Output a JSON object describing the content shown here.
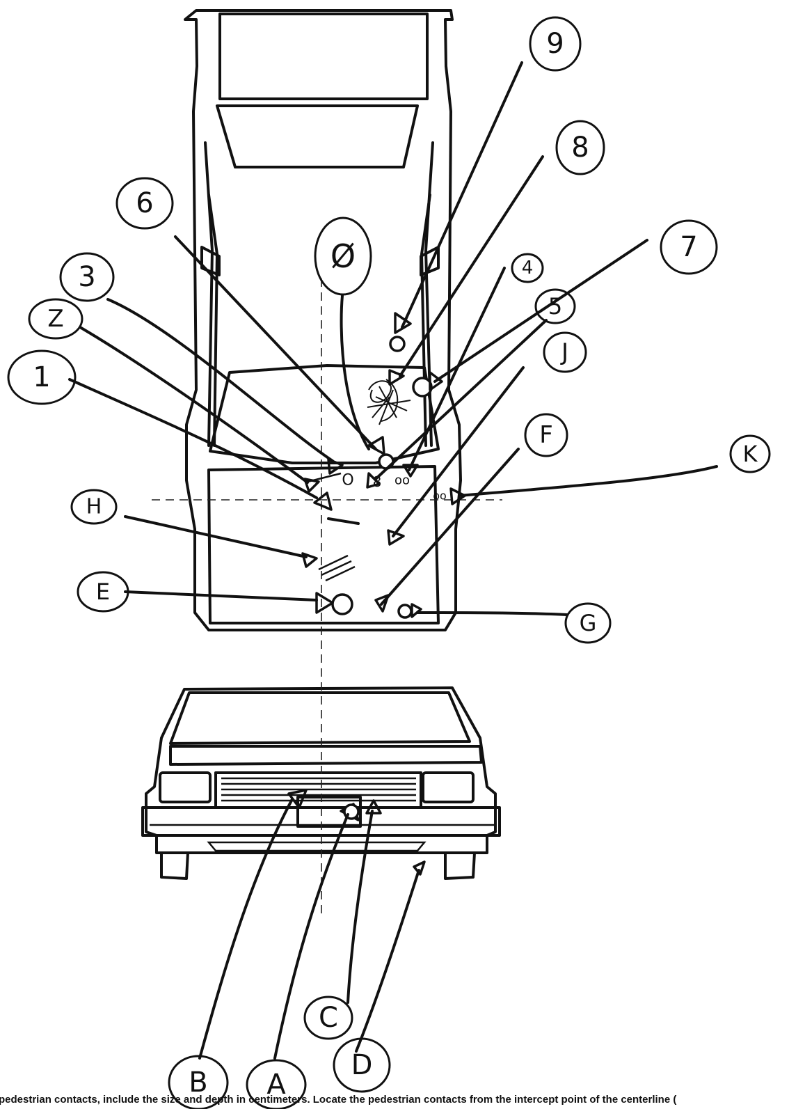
{
  "diagram": {
    "views": [
      "top-view",
      "front-view"
    ],
    "top_view_labels": [
      "9",
      "8",
      "6",
      "7",
      "3",
      "4",
      "Z",
      "5",
      "1",
      "J",
      "F",
      "K",
      "H",
      "E",
      "G"
    ],
    "centerline_label": "Ø",
    "front_view_labels": [
      "C",
      "B",
      "A",
      "D"
    ]
  },
  "footer": {
    "text": "pedestrian contacts, include the size and depth in centimeters. Locate the pedestrian contacts from the intercept point of the centerline ("
  }
}
